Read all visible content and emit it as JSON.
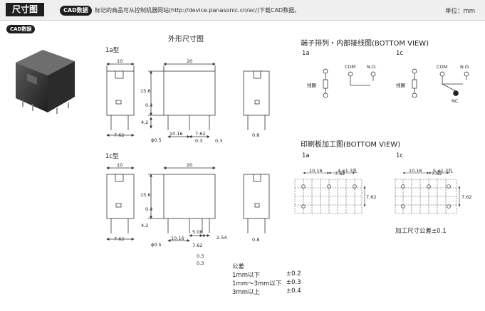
{
  "header": {
    "title": "尺寸图",
    "cad_label": "CAD数据",
    "note": "标记的商品可从控制机器网站(http://device.panasonic.cn/ac/)下载CAD数据。",
    "unit": "单位：mm"
  },
  "cad_badge": "CAD数据",
  "outline": {
    "title": "外形尺寸图",
    "type_1a": "1a型",
    "type_1c": "1c型"
  },
  "terminal": {
    "title": "端子排列・内部接线图(BOTTOM VIEW)",
    "label_1a": "1a",
    "label_1c": "1c",
    "coil_label": "线圈",
    "com": "COM",
    "no": "N.O.",
    "nc": "NC"
  },
  "pcb": {
    "title": "印刷板加工图(BOTTOM VIEW)",
    "label_1a": "1a",
    "label_1c": "1c",
    "hole_1a": "4-φ1.3孔",
    "hole_1c": "5-φ1.3孔",
    "tolerance_note": "加工尺寸公差±0.1"
  },
  "dims": {
    "d10": "10",
    "d20": "20",
    "d15_6": "15.6",
    "d0_4": "0.4",
    "d4_2": "4.2",
    "d7_62": "7.62",
    "d10_16": "10.16",
    "d0_5": "ϕ0.5",
    "d0_3": "0.3",
    "d0_8": "0.8",
    "d5_08": "5.08",
    "d2_54": "2.54"
  },
  "tolerance": {
    "title": "公差",
    "rows": [
      {
        "range": "1mm以下",
        "value": "±0.2"
      },
      {
        "range": "1mm～3mm以下",
        "value": "±0.3"
      },
      {
        "range": "3mm以上",
        "value": "±0.4"
      }
    ]
  }
}
